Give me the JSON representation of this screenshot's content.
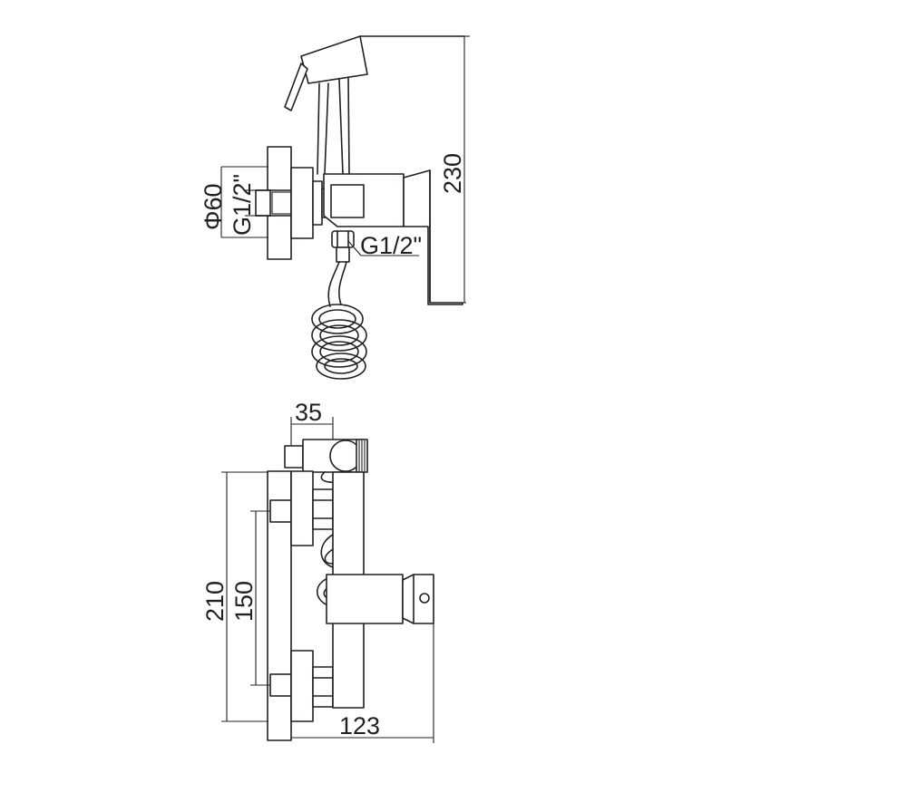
{
  "top_view": {
    "dimensions": {
      "height_total": "230",
      "wall_flange_diameter": "Φ60",
      "wall_thread": "G1/2\"",
      "outlet_thread": "G1/2\""
    }
  },
  "front_view": {
    "dimensions": {
      "sprayer_offset": "35",
      "height_outer": "210",
      "centers": "150",
      "projection": "123"
    }
  },
  "colors": {
    "line": "#231f20",
    "background": "#ffffff"
  }
}
